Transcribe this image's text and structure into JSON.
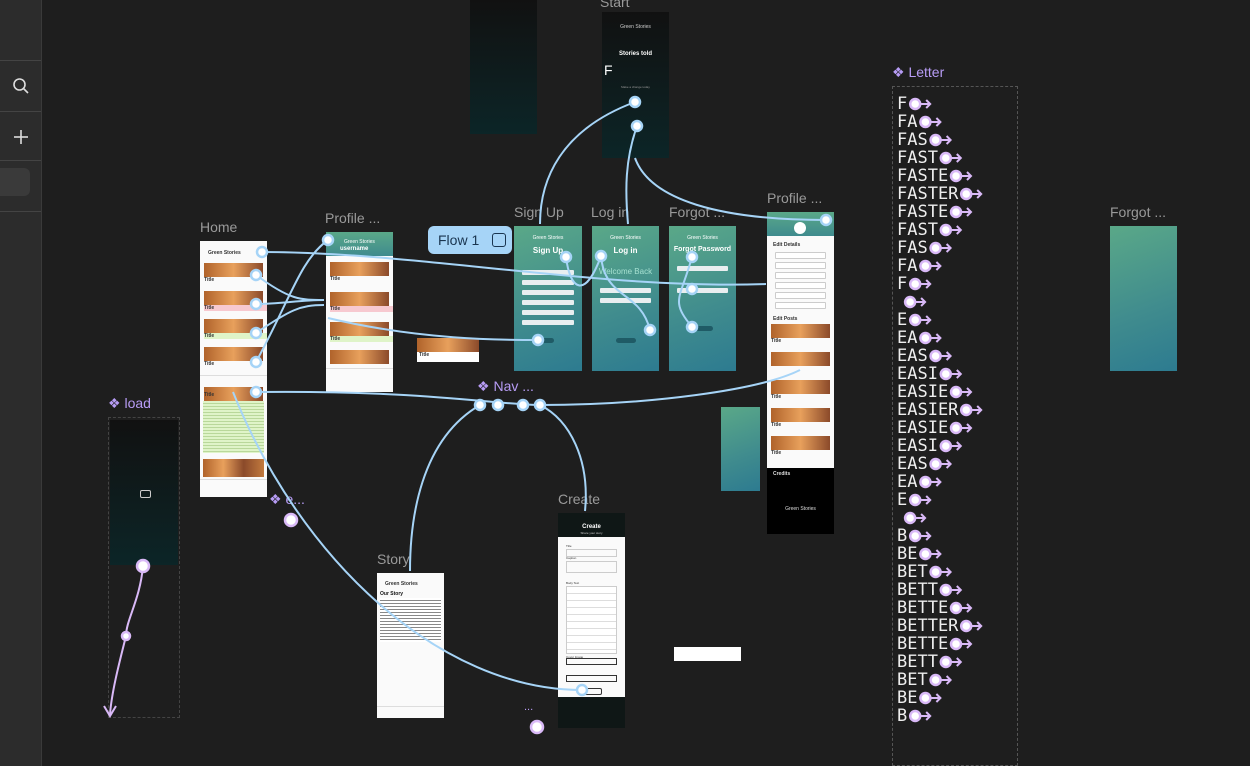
{
  "toolbar": {
    "icons": [
      "search-icon",
      "plus-icon"
    ]
  },
  "frames": {
    "start": "Start",
    "home": "Home",
    "profile1": "Profile ...",
    "signup": "Sign Up",
    "login": "Log in",
    "forgot1": "Forgot ...",
    "profile2": "Profile ...",
    "forgot2": "Forgot ...",
    "story": "Story",
    "create": "Create"
  },
  "components": {
    "letter": "Letter",
    "load": "load",
    "nav": "Nav ...",
    "e": "e...",
    "dots": "..."
  },
  "flow": {
    "label": "Flow 1"
  },
  "phone": {
    "brand": "Green Stories",
    "start_title": "Stories told",
    "start_typed": "F",
    "start_tagline": "Make a change today",
    "signup_title": "Sign Up",
    "login_title": "Log in",
    "login_welcome": "Welcome Back",
    "forgot_title": "Forgot Password",
    "profile_username": "username",
    "edit_details": "Edit Details",
    "edit_posts": "Edit Posts",
    "credits": "Credits",
    "card_title": "Title",
    "story_heading": "Our Story",
    "create_title": "Create",
    "create_subtitle": "Share your story",
    "create_fields": [
      "Title",
      "Caption",
      "Body Text",
      "Cover Image"
    ]
  },
  "letter_lines": [
    "F",
    "FA",
    "FAS",
    "FAST",
    "FASTE",
    "FASTER",
    "FASTE",
    "FAST",
    "FAS",
    "FA",
    "F",
    "",
    "E",
    "EA",
    "EAS",
    "EASI",
    "EASIE",
    "EASIER",
    "EASIE",
    "EASI",
    "EAS",
    "EA",
    "E",
    "",
    "B",
    "BE",
    "BET",
    "BETT",
    "BETTE",
    "BETTER",
    "BETTE",
    "BETT",
    "BET",
    "BE",
    "B"
  ],
  "colors": {
    "canvas": "#1e1e1e",
    "wire": "#a6d4f7",
    "component_wire": "#d9b9f7",
    "component_label": "#b79cf5",
    "green_top": "#5aa888",
    "green_bottom": "#2d7b90"
  }
}
